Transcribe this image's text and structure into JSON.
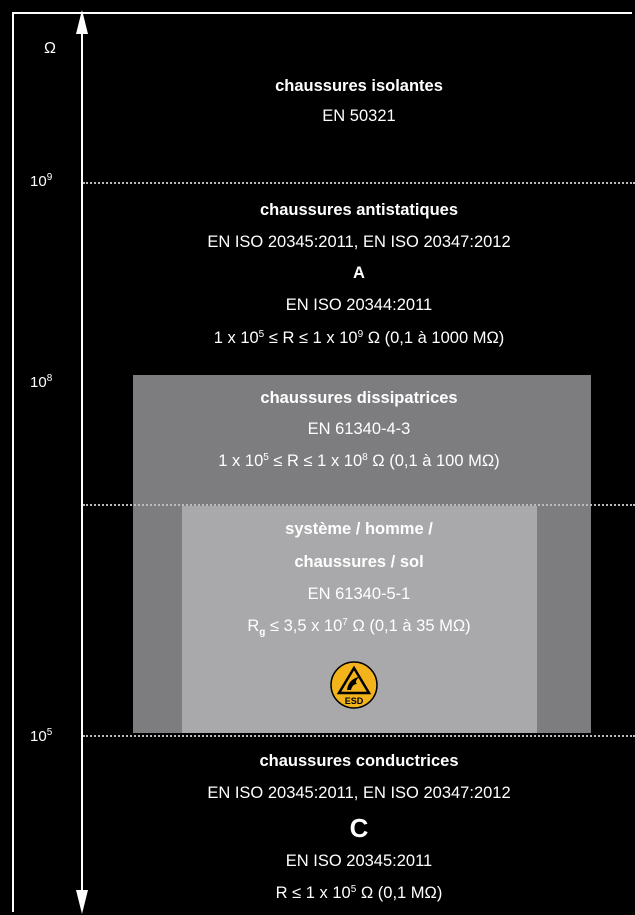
{
  "axis": {
    "unit": "Ω",
    "ticks": [
      {
        "base": "10",
        "exp": "9"
      },
      {
        "base": "10",
        "exp": "8"
      },
      {
        "base": "10",
        "exp": "5"
      }
    ]
  },
  "zones": {
    "isolantes": {
      "title": "chaussures isolantes",
      "norm": "EN 50321"
    },
    "antistatiques": {
      "title": "chaussures antistatiques",
      "norm": "EN ISO 20345:2011, EN ISO 20347:2012",
      "class": "A",
      "norm2": "EN ISO 20344:2011",
      "range": {
        "a": "1 x 10",
        "a_exp": "5",
        "b": "≤ R ≤ 1 x 10",
        "b_exp": "9",
        "c": "Ω (0,1 à 1000 MΩ)"
      }
    },
    "dissipatrices": {
      "title": "chaussures dissipatrices",
      "norm": "EN 61340-4-3",
      "range": {
        "a": "1 x 10",
        "a_exp": "5",
        "b": "≤ R ≤ 1 x 10",
        "b_exp": "8",
        "c": "Ω (0,1 à 100 MΩ)"
      }
    },
    "systeme": {
      "title1": "système / homme /",
      "title2": "chaussures / sol",
      "norm": "EN 61340-5-1",
      "range": {
        "r": "R",
        "r_sub": "g",
        "a": "≤ 3,5 x 10",
        "a_exp": "7",
        "b": "Ω (0,1 à 35 MΩ)"
      },
      "logo": "ESD"
    },
    "conductrices": {
      "title": "chaussures conductrices",
      "norm": "EN ISO 20345:2011, EN ISO 20347:2012",
      "class": "C",
      "norm2": "EN ISO 20345:2011",
      "range": {
        "a": "R ≤ 1 x 10",
        "a_exp": "5",
        "b": "Ω (0,1 MΩ)"
      }
    }
  },
  "colors": {
    "background": "#000000",
    "dissipative": "#7d7d7f",
    "system": "#a9a9ab",
    "esd": "#f2b31b"
  }
}
